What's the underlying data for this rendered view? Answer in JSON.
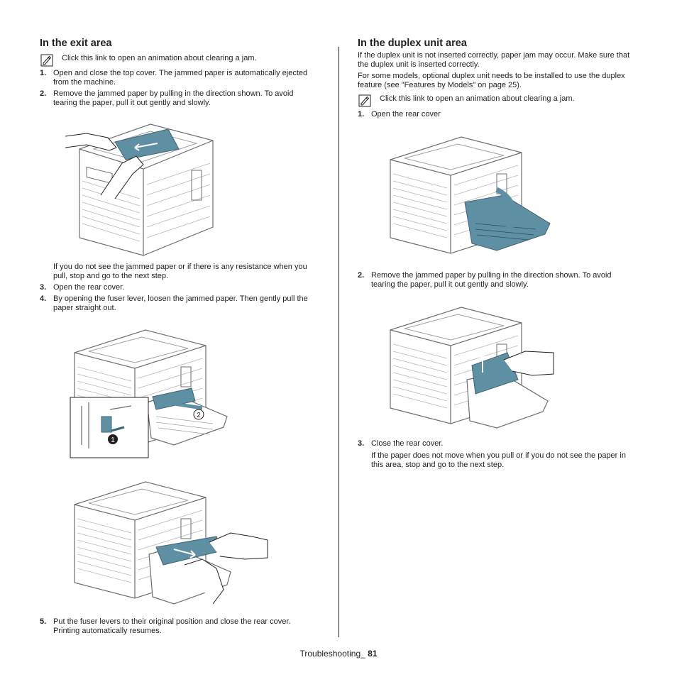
{
  "left": {
    "heading": "In the exit area",
    "note": "Click this link to open an animation about clearing a jam.",
    "steps": [
      {
        "num": "1.",
        "text": "Open and close the top cover. The jammed paper is automatically ejected from the machine."
      },
      {
        "num": "2.",
        "text": "Remove the jammed paper by pulling in the direction shown. To avoid tearing the paper, pull it out gently and slowly."
      },
      {
        "num": "3.",
        "text": "Open the rear cover."
      },
      {
        "num": "4.",
        "text": "By opening the fuser lever, loosen the jammed paper. Then gently pull the paper straight out."
      },
      {
        "num": "5.",
        "text": "Put the fuser levers to their original position and close the rear cover. Printing automatically resumes."
      }
    ],
    "note_after_2": "If you do not see the jammed paper or if there is any resistance when you pull, stop and go to the next step.",
    "callouts": [
      "1",
      "2"
    ]
  },
  "right": {
    "heading": "In the duplex unit area",
    "para1": "If the duplex unit is not inserted correctly, paper jam may occur. Make sure that the duplex unit is inserted correctly.",
    "para2": "For some models, optional duplex unit needs to be installed to use the duplex feature (see \"Features by Models\" on page 25).",
    "note": "Click this link to open an animation about clearing a jam.",
    "steps": [
      {
        "num": "1.",
        "text": "Open the rear cover"
      },
      {
        "num": "2.",
        "text": "Remove the jammed paper by pulling in the direction shown. To avoid tearing the paper, pull it out gently and slowly."
      },
      {
        "num": "3.",
        "text": "Close the rear cover."
      }
    ],
    "note_after_3": "If the paper does not move when you pull or if you do not see the paper in this area, stop and go to the next step."
  },
  "footer": {
    "section": "Troubleshooting_",
    "page": "81"
  },
  "colors": {
    "paper_jam": "#5f8fa3",
    "line": "#6d6e71",
    "text": "#231f20"
  }
}
